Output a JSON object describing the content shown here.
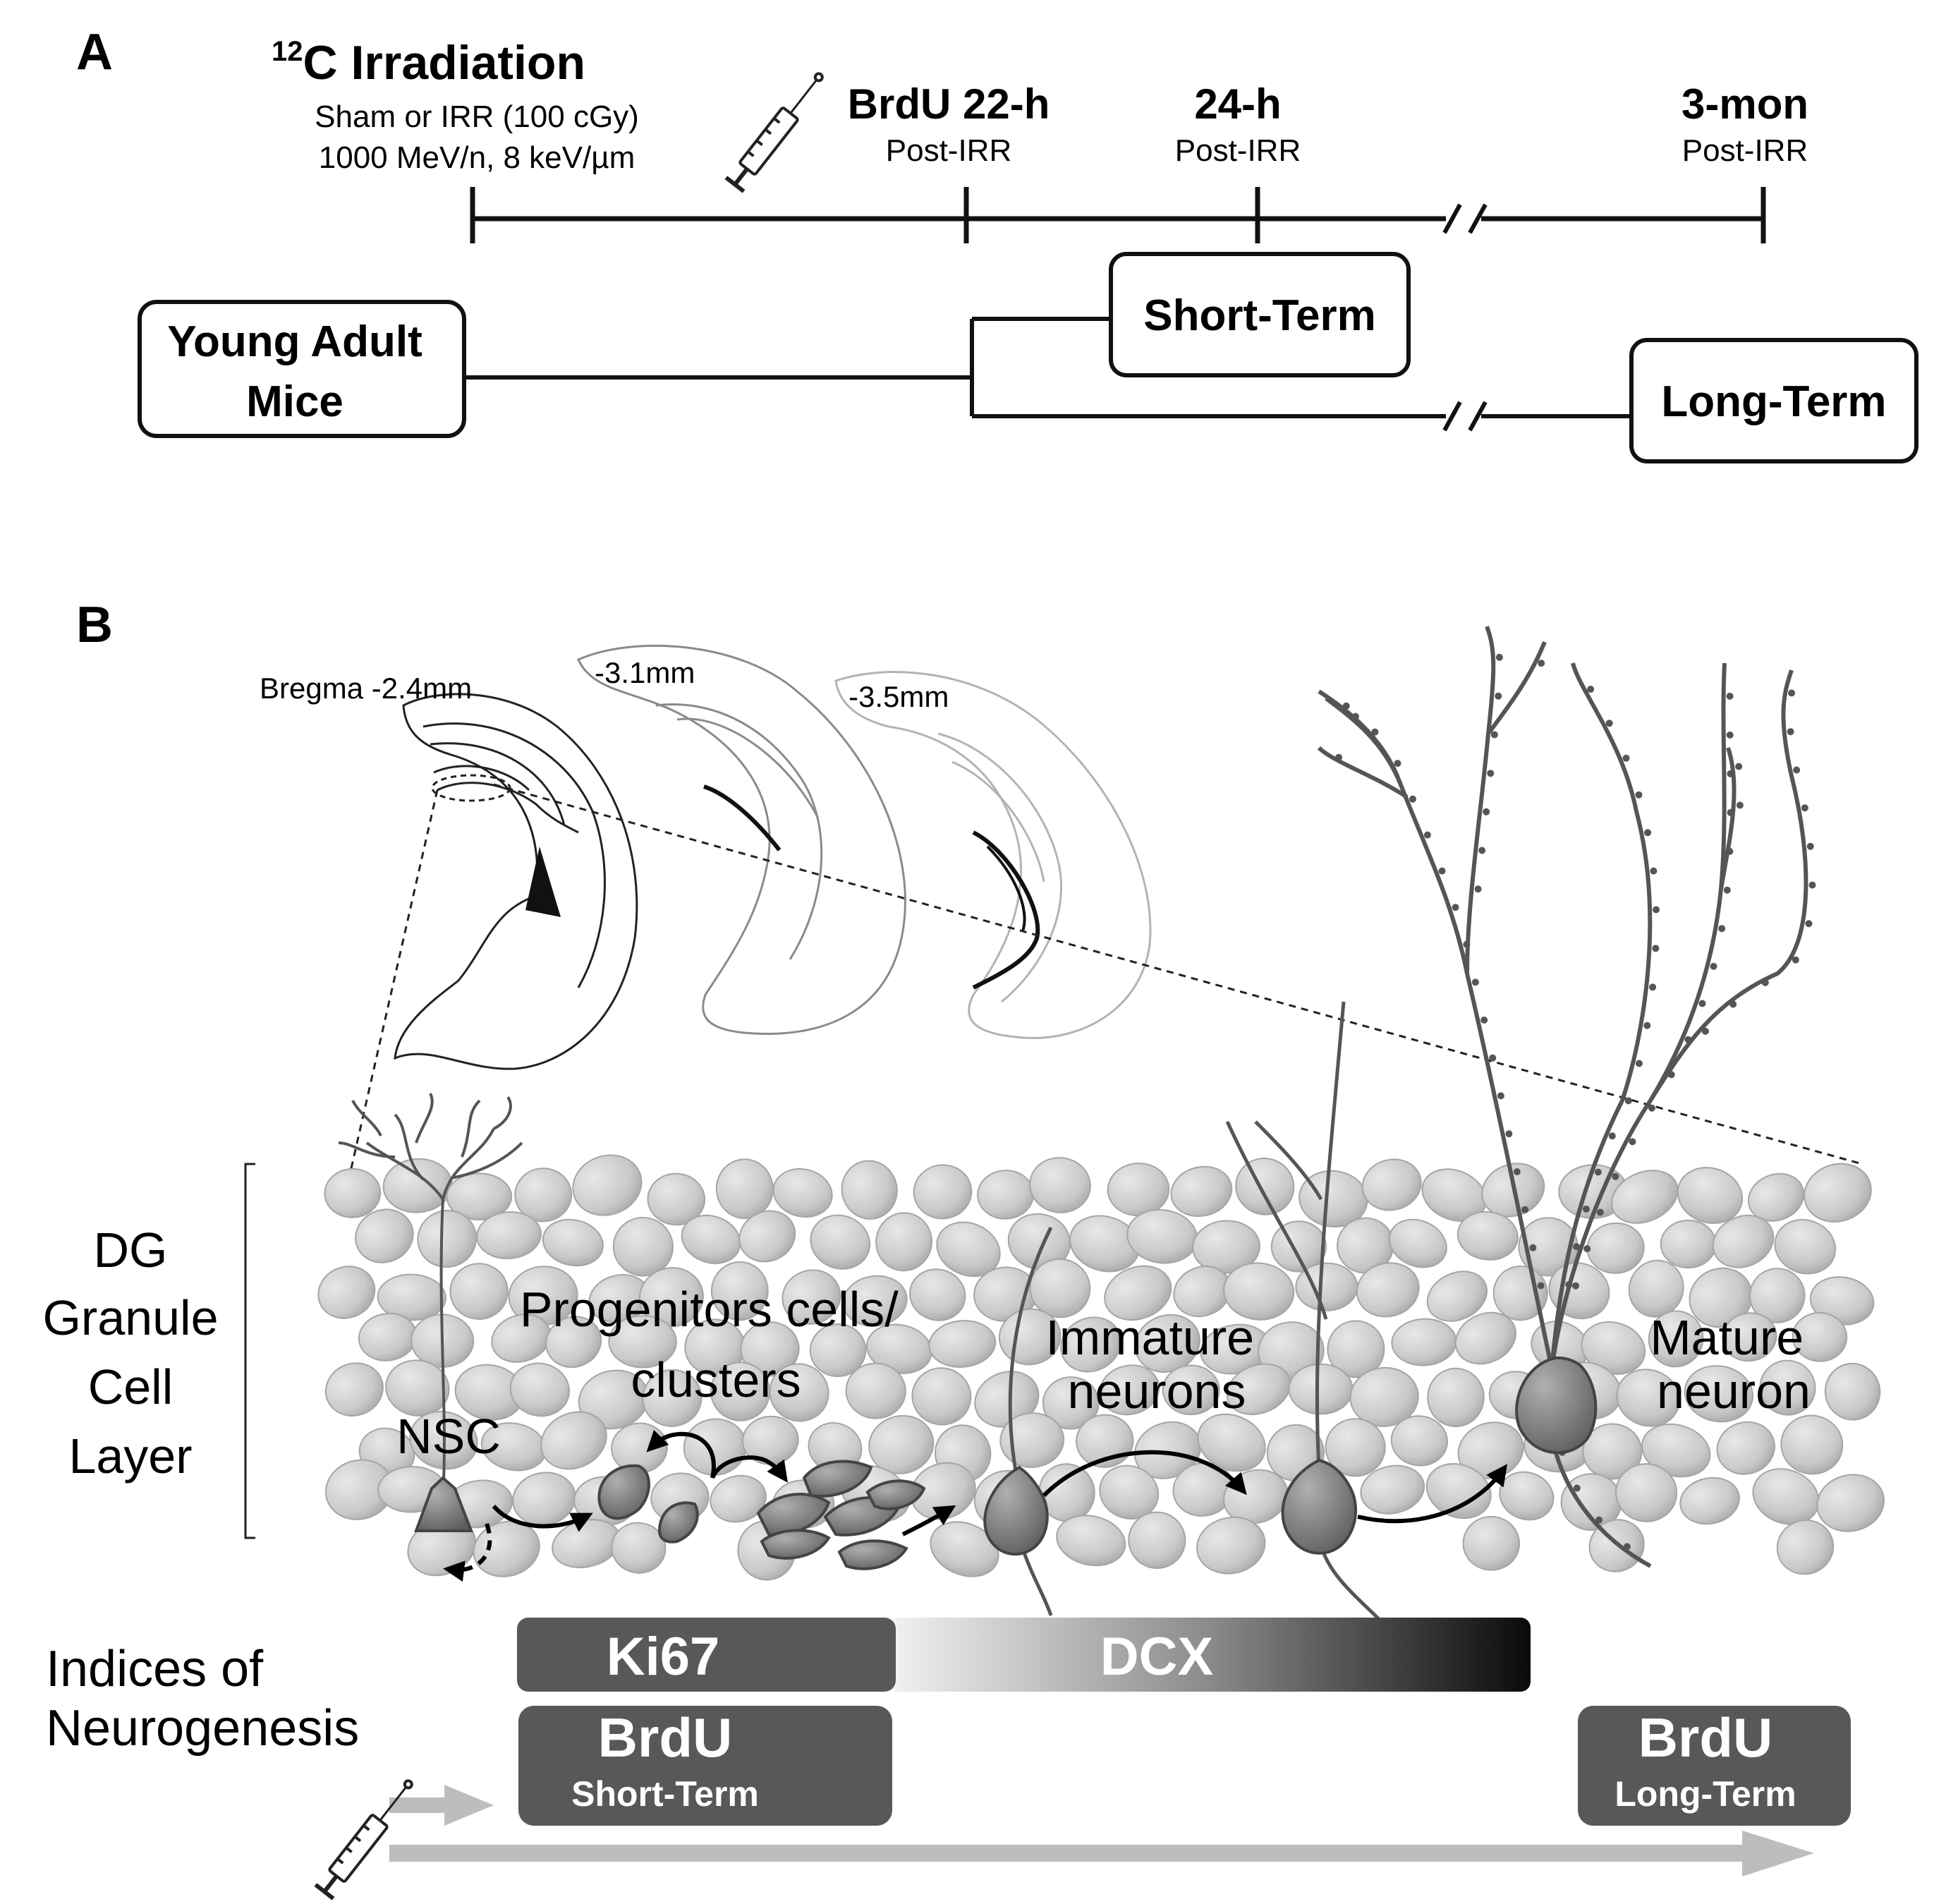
{
  "panel_a": {
    "label": "A",
    "irradiation": {
      "title_sup": "12",
      "title_main": "C Irradiation",
      "line1": "Sham or IRR (100 cGy)",
      "line2": "1000 MeV/n, 8 keV/µm"
    },
    "timepoints": [
      {
        "title": "BrdU 22-h",
        "sub": "Post-IRR"
      },
      {
        "title": "24-h",
        "sub": "Post-IRR"
      },
      {
        "title": "3-mon",
        "sub": "Post-IRR"
      }
    ],
    "boxes": {
      "mice_line1": "Young Adult",
      "mice_line2": "Mice",
      "short_term": "Short-Term",
      "long_term": "Long-Term"
    },
    "icons": [
      "syringe-icon",
      "axis-break-icon"
    ]
  },
  "panel_b": {
    "label": "B",
    "sections": [
      {
        "label": "Bregma -2.4mm"
      },
      {
        "label": "-3.1mm"
      },
      {
        "label": "-3.5mm"
      }
    ],
    "layer_label": [
      "DG",
      "Granule",
      "Cell",
      "Layer"
    ],
    "cell_labels": {
      "nsc": "NSC",
      "progenitors_line1": "Progenitors cells/",
      "progenitors_line2": "clusters",
      "immature_line1": "Immature",
      "immature_line2": "neurons",
      "mature_line1": "Mature",
      "mature_line2": "neuron"
    },
    "indices": {
      "label_line1": "Indices of",
      "label_line2": "Neurogenesis",
      "ki67": "Ki67",
      "dcx": "DCX",
      "brdu_short_title": "BrdU",
      "brdu_short_sub": "Short-Term",
      "brdu_long_title": "BrdU",
      "brdu_long_sub": "Long-Term"
    },
    "colors": {
      "cell_fill": "#d2d2d2",
      "neuron_fill": "#7d7d7d",
      "bar_fill": "#58585a",
      "arrow_gray": "#bdbdbd"
    }
  }
}
